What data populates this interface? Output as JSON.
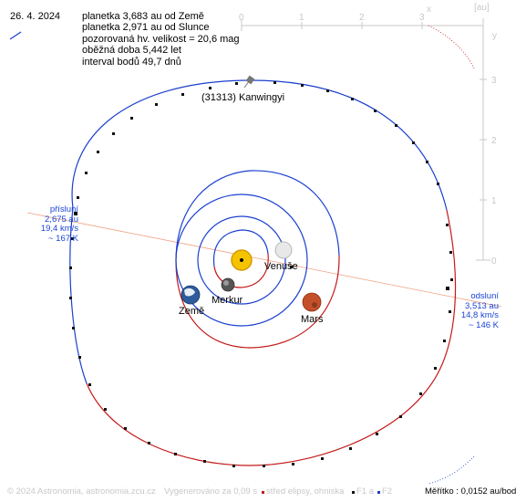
{
  "header": {
    "date": "26. 4. 2024",
    "lines": [
      "planetka 3,683 au od Země",
      "planetka 2,971 au od Slunce",
      "pozorovaná hv. velikost = 20,6 mag",
      "oběžná doba 5,442 let",
      "interval bodů 49,7 dnů"
    ]
  },
  "asteroid": {
    "name": "(31313) Kanwingyi"
  },
  "planets": [
    {
      "name": "Venuše"
    },
    {
      "name": "Merkur"
    },
    {
      "name": "Země"
    },
    {
      "name": "Mars"
    }
  ],
  "perihelion": {
    "title": "přísluní",
    "distance": "2,675 au",
    "speed": "19,4 km/s",
    "temp": "~ 167 K"
  },
  "aphelion": {
    "title": "odsluní",
    "distance": "3,513 au",
    "speed": "14,8 km/s",
    "temp": "~ 146 K"
  },
  "axis": {
    "unit": "[au]",
    "x_label": "x",
    "y_label": "y",
    "x_ticks": [
      "0",
      "1",
      "2",
      "3"
    ],
    "y_ticks": [
      "0",
      "1",
      "2",
      "3"
    ]
  },
  "footer": {
    "copyright": "© 2024 Astronomia, astronomia.zcu.cz",
    "generated": "Vygenerováno za 0,09 s",
    "legend_center": "střed elipsy, ohniska",
    "legend_f1": "F1 a",
    "legend_f2": "F2",
    "scale": "Měřítko : 0,0152 au/bod"
  },
  "colors": {
    "orbit_above": "#1a3fcf",
    "orbit_below": "#c41a1a",
    "apsis_line": "#f0a080",
    "axis_gray": "#c8c8c8",
    "label_blue": "#1a44d8"
  }
}
